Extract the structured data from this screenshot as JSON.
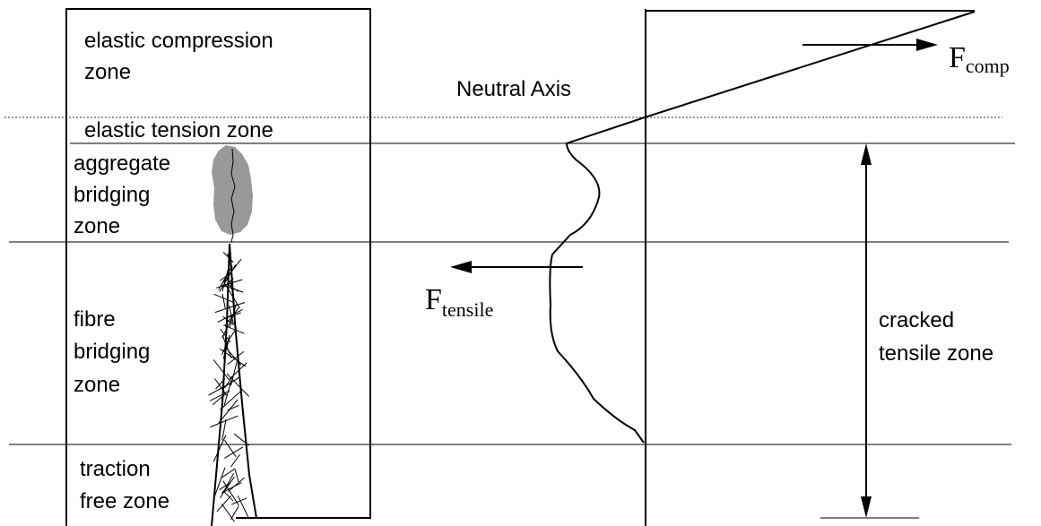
{
  "labels": {
    "elastic_compression_zone": [
      "elastic  compression",
      "zone"
    ],
    "neutral_axis": "Neutral Axis",
    "elastic_tension_zone": "elastic tension zone",
    "aggregate_bridging_zone": [
      "aggregate",
      "bridging",
      "zone"
    ],
    "fibre_bridging_zone": [
      "fibre",
      "bridging",
      "zone"
    ],
    "traction_free_zone": [
      "traction",
      "free zone"
    ],
    "cracked_tensile_zone": [
      "cracked",
      "tensile zone"
    ]
  },
  "forces": {
    "compression": {
      "symbol": "F",
      "subscript": "comp"
    },
    "tensile": {
      "symbol": "F",
      "subscript": "tensile"
    }
  },
  "colors": {
    "line": "#000000",
    "aggregate": "#999999"
  }
}
